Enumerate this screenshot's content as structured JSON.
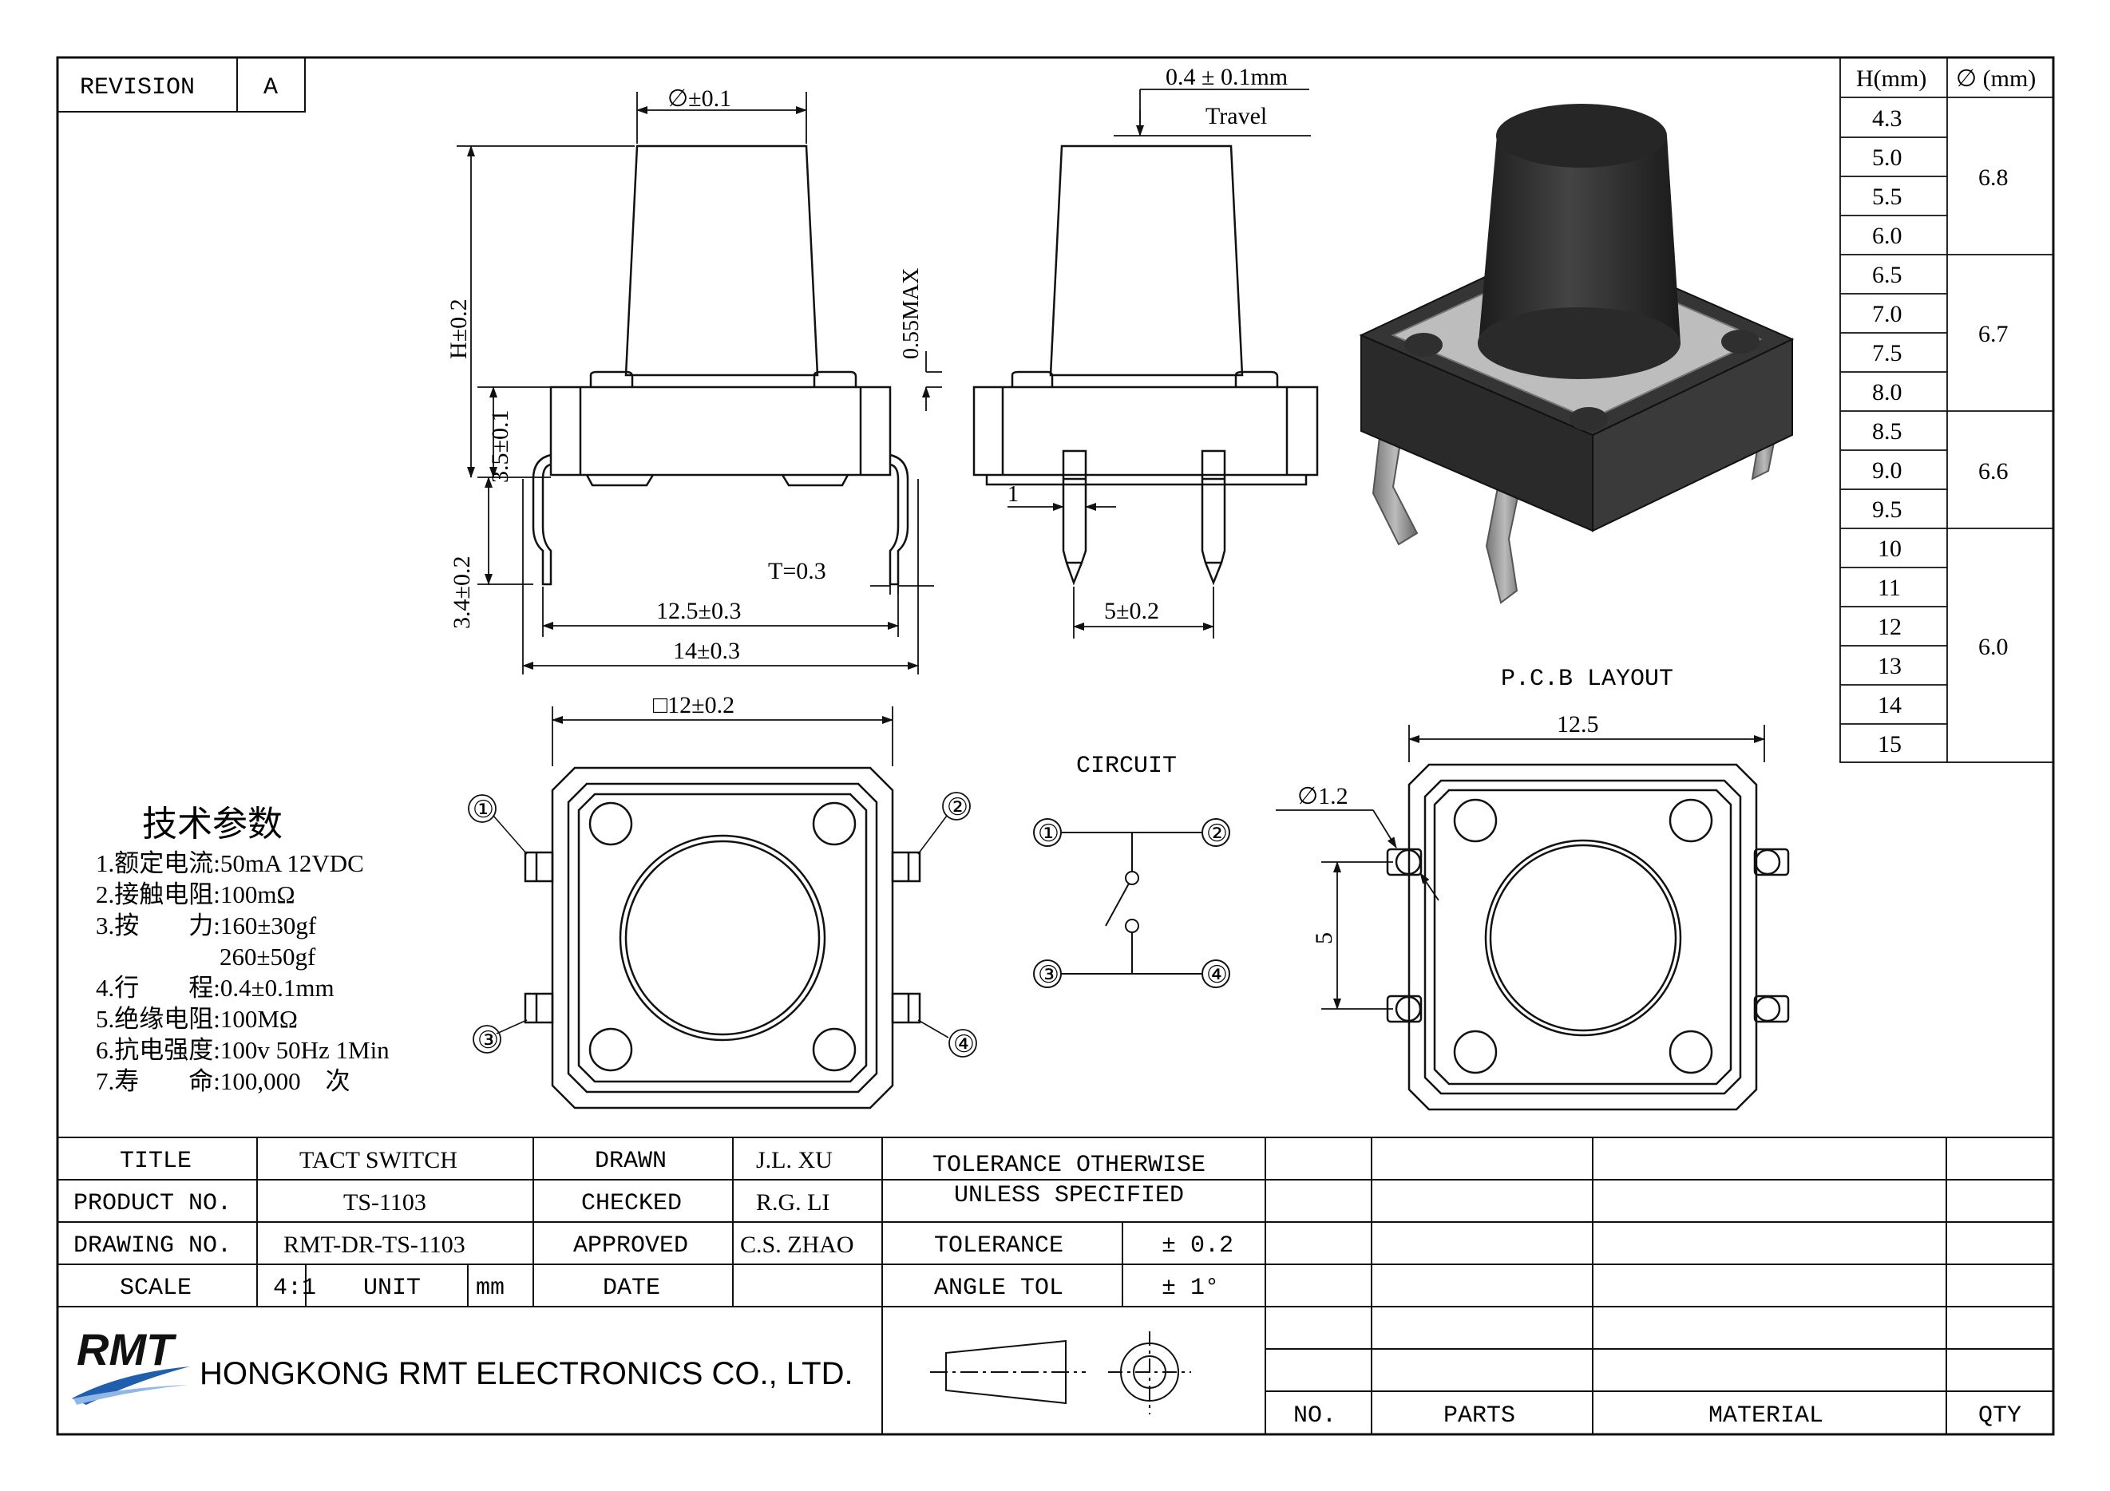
{
  "revision": {
    "label": "REVISION",
    "value": "A"
  },
  "side_view": {
    "dia_tol": "∅±0.1",
    "height": "H±0.2",
    "body_h": "3.5±0.1",
    "leg_h": "3.4±0.2",
    "leg_span": "12.5±0.3",
    "width": "14±0.3",
    "thickness": "T=0.3"
  },
  "front_view": {
    "travel_value": "0.4 ± 0.1mm",
    "travel_label": "Travel",
    "gap": "0.55MAX",
    "pin_w": "1",
    "pin_pitch": "5±0.2"
  },
  "top_view": {
    "size": "□12±0.2",
    "pins": [
      "①",
      "②",
      "③",
      "④"
    ]
  },
  "circuit": {
    "title": "CIRCUIT",
    "pins": [
      "①",
      "②",
      "③",
      "④"
    ]
  },
  "pcb": {
    "title": "P.C.B LAYOUT",
    "width": "12.5",
    "hole": "∅1.2",
    "pitch": "5"
  },
  "size_table": {
    "headers": [
      "H(mm)",
      "∅ (mm)"
    ],
    "heights": [
      "4.3",
      "5.0",
      "5.5",
      "6.0",
      "6.5",
      "7.0",
      "7.5",
      "8.0",
      "8.5",
      "9.0",
      "9.5",
      "10",
      "11",
      "12",
      "13",
      "14",
      "15"
    ],
    "diameters": [
      "6.8",
      "6.7",
      "6.6",
      "6.0"
    ]
  },
  "specs": {
    "title": "技术参数",
    "items": [
      "1.额定电流:50mA 12VDC",
      "2.接触电阻:100mΩ",
      "3.按　　力:160±30gf",
      "　　　　　260±50gf",
      "4.行　　程:0.4±0.1mm",
      "5.绝缘电阻:100MΩ",
      "6.抗电强度:100v 50Hz 1Min",
      "7.寿　　命:100,000　次"
    ]
  },
  "title_block": {
    "title_label": "TITLE",
    "title_value": "TACT SWITCH",
    "product_label": "PRODUCT NO.",
    "product_value": "TS-1103",
    "drawing_label": "DRAWING NO.",
    "drawing_value": "RMT-DR-TS-1103",
    "scale_label": "SCALE",
    "scale_value": "4:1",
    "unit_label": "UNIT",
    "unit_value": "mm",
    "drawn_label": "DRAWN",
    "drawn_value": "J.L. XU",
    "checked_label": "CHECKED",
    "checked_value": "R.G. LI",
    "approved_label": "APPROVED",
    "approved_value": "C.S. ZHAO",
    "date_label": "DATE",
    "date_value": "",
    "tolerance_note_1": "TOLERANCE OTHERWISE",
    "tolerance_note_2": "UNLESS SPECIFIED",
    "tolerance_label": "TOLERANCE",
    "tolerance_value": "± 0.2",
    "angle_label": "ANGLE TOL",
    "angle_value": "± 1°",
    "company_logo": "RMT",
    "company_name": "HONGKONG RMT ELECTRONICS CO., LTD.",
    "parts_headers": [
      "NO.",
      "PARTS",
      "MATERIAL",
      "QTY"
    ]
  },
  "colors": {
    "line": "#111111",
    "body": "#2f2f2f",
    "plate": "#bdbdbd",
    "logo_blue": "#1f5fae"
  }
}
